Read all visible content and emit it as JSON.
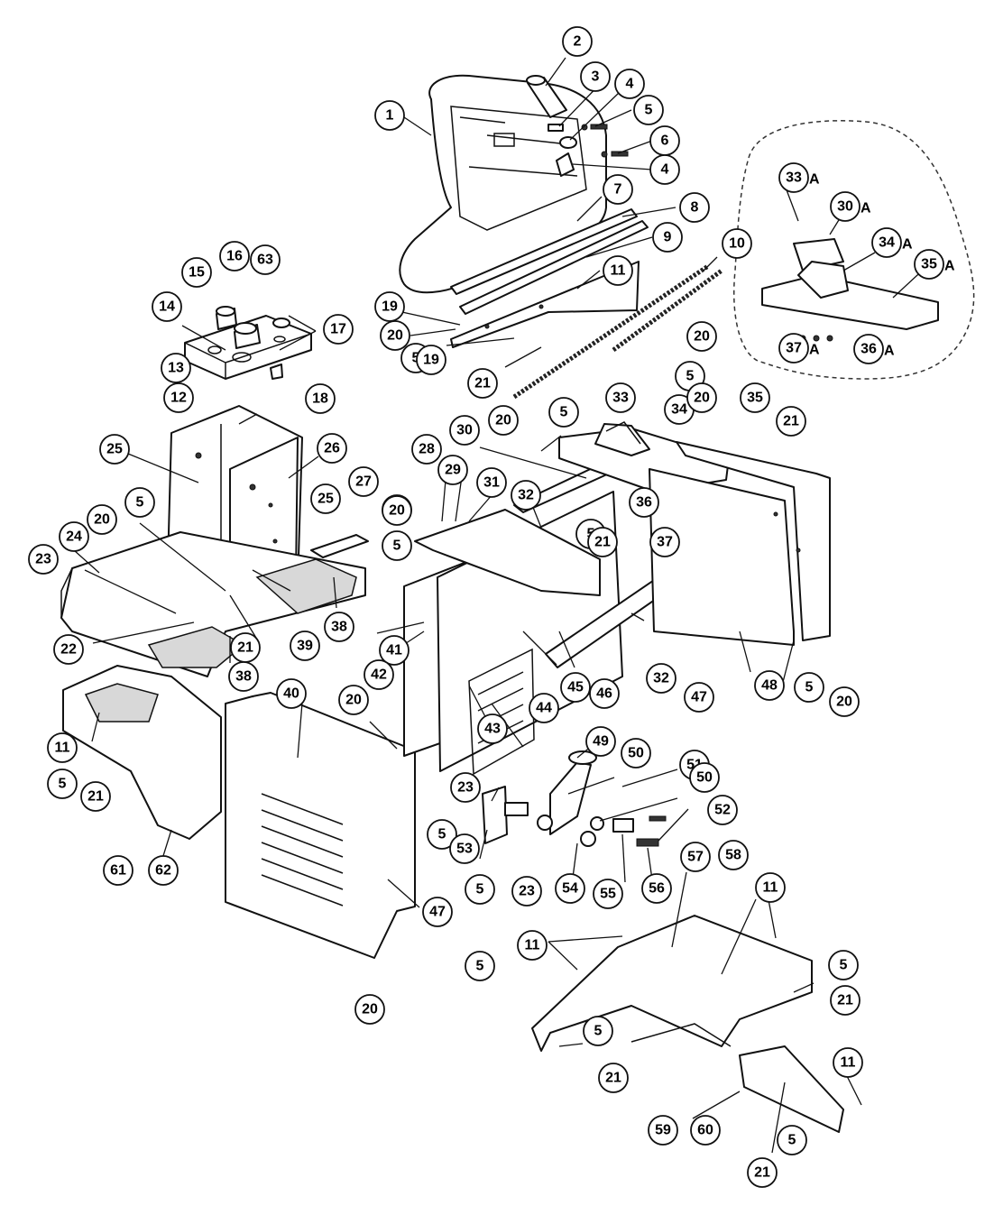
{
  "callouts": [
    {
      "n": "1"
    },
    {
      "n": "2"
    },
    {
      "n": "3"
    },
    {
      "n": "4"
    },
    {
      "n": "5"
    },
    {
      "n": "6"
    },
    {
      "n": "4"
    },
    {
      "n": "7"
    },
    {
      "n": "8"
    },
    {
      "n": "9"
    },
    {
      "n": "10"
    },
    {
      "n": "11"
    },
    {
      "n": "19"
    },
    {
      "n": "20"
    },
    {
      "n": "5"
    },
    {
      "n": "19"
    },
    {
      "n": "21"
    },
    {
      "n": "15"
    },
    {
      "n": "16"
    },
    {
      "n": "63"
    },
    {
      "n": "14"
    },
    {
      "n": "17"
    },
    {
      "n": "13"
    },
    {
      "n": "12"
    },
    {
      "n": "18"
    },
    {
      "n": "25"
    },
    {
      "n": "26"
    },
    {
      "n": "5"
    },
    {
      "n": "24"
    },
    {
      "n": "20"
    },
    {
      "n": "23"
    },
    {
      "n": "22"
    },
    {
      "n": "21"
    },
    {
      "n": "39"
    },
    {
      "n": "38"
    },
    {
      "n": "38"
    },
    {
      "n": "25"
    },
    {
      "n": "27"
    },
    {
      "n": "20"
    },
    {
      "n": "20"
    },
    {
      "n": "5"
    },
    {
      "n": "33"
    },
    {
      "n": "34"
    },
    {
      "n": "35"
    },
    {
      "n": "21"
    },
    {
      "n": "20"
    },
    {
      "n": "5"
    },
    {
      "n": "20"
    },
    {
      "n": "30"
    },
    {
      "n": "28"
    },
    {
      "n": "29"
    },
    {
      "n": "31"
    },
    {
      "n": "32"
    },
    {
      "n": "20"
    },
    {
      "n": "5"
    },
    {
      "n": "5"
    },
    {
      "n": "21"
    },
    {
      "n": "37"
    },
    {
      "n": "36"
    },
    {
      "n": "41"
    },
    {
      "n": "42"
    },
    {
      "n": "45"
    },
    {
      "n": "46"
    },
    {
      "n": "43"
    },
    {
      "n": "44"
    },
    {
      "n": "32"
    },
    {
      "n": "47"
    },
    {
      "n": "48"
    },
    {
      "n": "5"
    },
    {
      "n": "20"
    },
    {
      "n": "11"
    },
    {
      "n": "5"
    },
    {
      "n": "21"
    },
    {
      "n": "61"
    },
    {
      "n": "62"
    },
    {
      "n": "40"
    },
    {
      "n": "20"
    },
    {
      "n": "5"
    },
    {
      "n": "47"
    },
    {
      "n": "5"
    },
    {
      "n": "20"
    },
    {
      "n": "23"
    },
    {
      "n": "49"
    },
    {
      "n": "50"
    },
    {
      "n": "51"
    },
    {
      "n": "50"
    },
    {
      "n": "52"
    },
    {
      "n": "53"
    },
    {
      "n": "5"
    },
    {
      "n": "23"
    },
    {
      "n": "54"
    },
    {
      "n": "55"
    },
    {
      "n": "56"
    },
    {
      "n": "57"
    },
    {
      "n": "58"
    },
    {
      "n": "11"
    },
    {
      "n": "11"
    },
    {
      "n": "5"
    },
    {
      "n": "21"
    },
    {
      "n": "5"
    },
    {
      "n": "21"
    },
    {
      "n": "11"
    },
    {
      "n": "59"
    },
    {
      "n": "60"
    },
    {
      "n": "5"
    },
    {
      "n": "21"
    }
  ],
  "alt_callouts": [
    {
      "n": "33",
      "suffix": "A"
    },
    {
      "n": "30",
      "suffix": "A"
    },
    {
      "n": "34",
      "suffix": "A"
    },
    {
      "n": "35",
      "suffix": "A"
    },
    {
      "n": "37",
      "suffix": "A"
    },
    {
      "n": "36",
      "suffix": "A"
    }
  ]
}
